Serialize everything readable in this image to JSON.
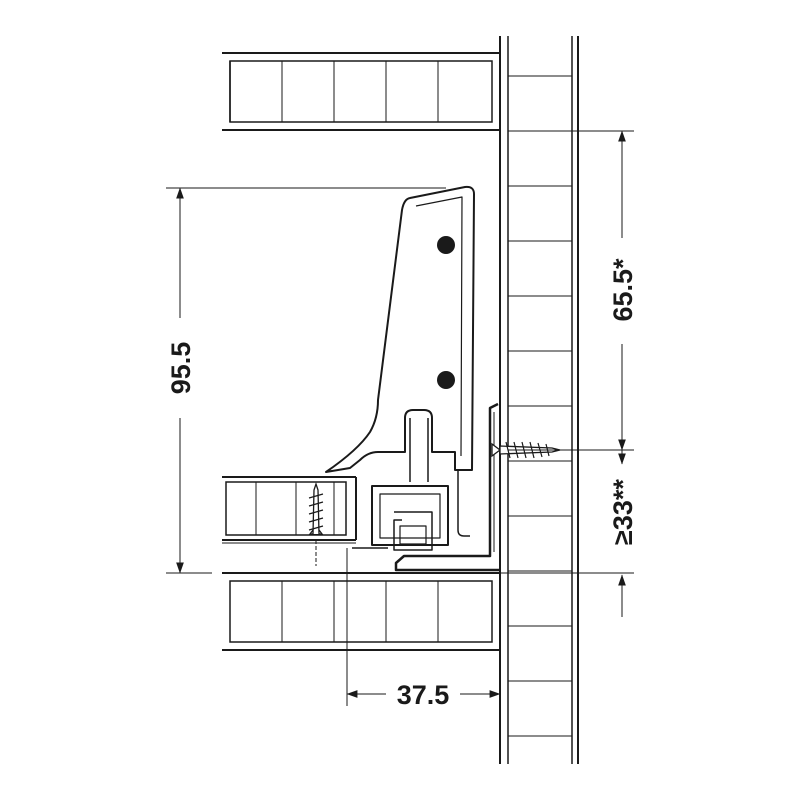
{
  "dimensions": {
    "height": "95.5",
    "cabinet_offset": "65.5*",
    "min_clearance": "≥33**",
    "depth": "37.5"
  },
  "colors": {
    "line": "#1a1a1a",
    "background": "#ffffff"
  }
}
